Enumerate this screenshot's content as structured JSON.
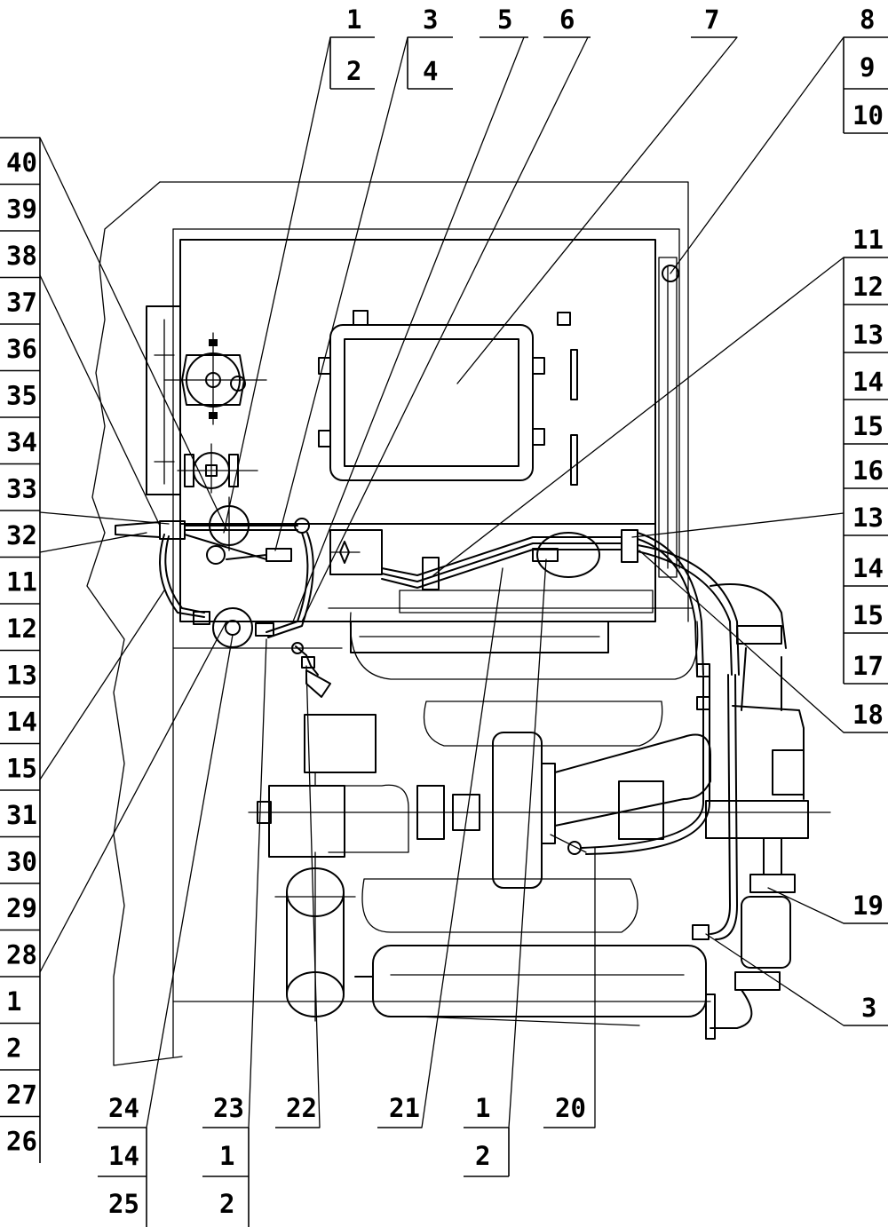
{
  "callouts": {
    "top": [
      {
        "num": "1",
        "sub": "2"
      },
      {
        "num": "3",
        "sub": "4"
      },
      {
        "num": "5"
      },
      {
        "num": "6"
      },
      {
        "num": "7"
      },
      {
        "num": "8",
        "sub": "9",
        "sub2": "10"
      }
    ],
    "left_column": [
      "40",
      "39",
      "38",
      "37",
      "36",
      "35",
      "34",
      "33",
      "32",
      "11",
      "12",
      "13",
      "14",
      "15",
      "31",
      "30",
      "29",
      "28",
      "1",
      "2",
      "27",
      "26"
    ],
    "right_column": [
      "11",
      "12",
      "13",
      "14",
      "15",
      "16",
      "13",
      "14",
      "15",
      "17",
      "18",
      "19",
      "3"
    ],
    "bottom": [
      {
        "num": "24",
        "sub": "14",
        "sub2": "25"
      },
      {
        "num": "23",
        "sub": "1",
        "sub2": "2"
      },
      {
        "num": "22"
      },
      {
        "num": "21"
      },
      {
        "num": "1",
        "sub": "2"
      },
      {
        "num": "20"
      }
    ]
  }
}
